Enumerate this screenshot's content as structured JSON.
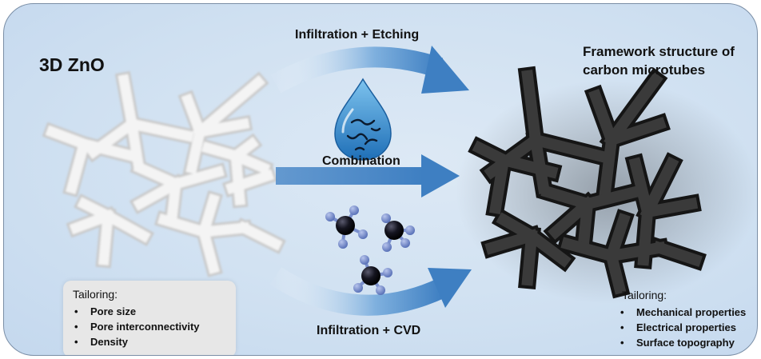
{
  "labels": {
    "left_title": "3D ZnO",
    "right_title_line1": "Framework structure of",
    "right_title_line2": "carbon microtubes",
    "arrow_top": "Infiltration + Etching",
    "arrow_middle": "Combination",
    "arrow_bottom": "Infiltration + CVD"
  },
  "left_box": {
    "title": "Tailoring:",
    "items": [
      "Pore size",
      "Pore interconnectivity",
      "Density"
    ]
  },
  "right_box": {
    "title": "Tailoring:",
    "items": [
      "Mechanical properties",
      "Electrical properties",
      "Surface topography"
    ]
  },
  "colors": {
    "panel_border": "#7a8ea6",
    "arrow": "#4a87c4",
    "zno_tube": "#ededed",
    "carbon_tube": "#2c2c2c",
    "droplet": "#3b8fd0",
    "molecule_center": "#0d0d18",
    "molecule_h": "#6f86c8"
  },
  "icons": [
    "water-droplet-icon",
    "methane-molecule-icon"
  ]
}
